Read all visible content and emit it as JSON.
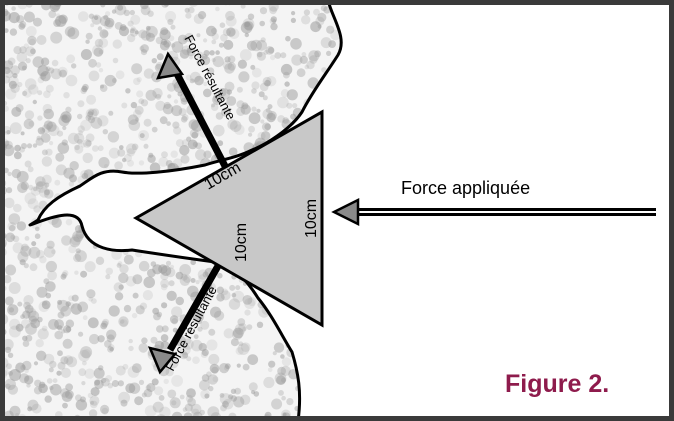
{
  "figure": {
    "applied_force_label": "Force appliquée",
    "resultant_force_label": "Force résultante",
    "edge_label": "10cm",
    "caption": "Figure 2.",
    "colors": {
      "frame": "#3a3a3a",
      "triangle_fill": "#c8c8c8",
      "arrow_head": "#8a8a8a",
      "rock_texture": "#9a9a9a",
      "caption": "#8e1b4c"
    }
  }
}
